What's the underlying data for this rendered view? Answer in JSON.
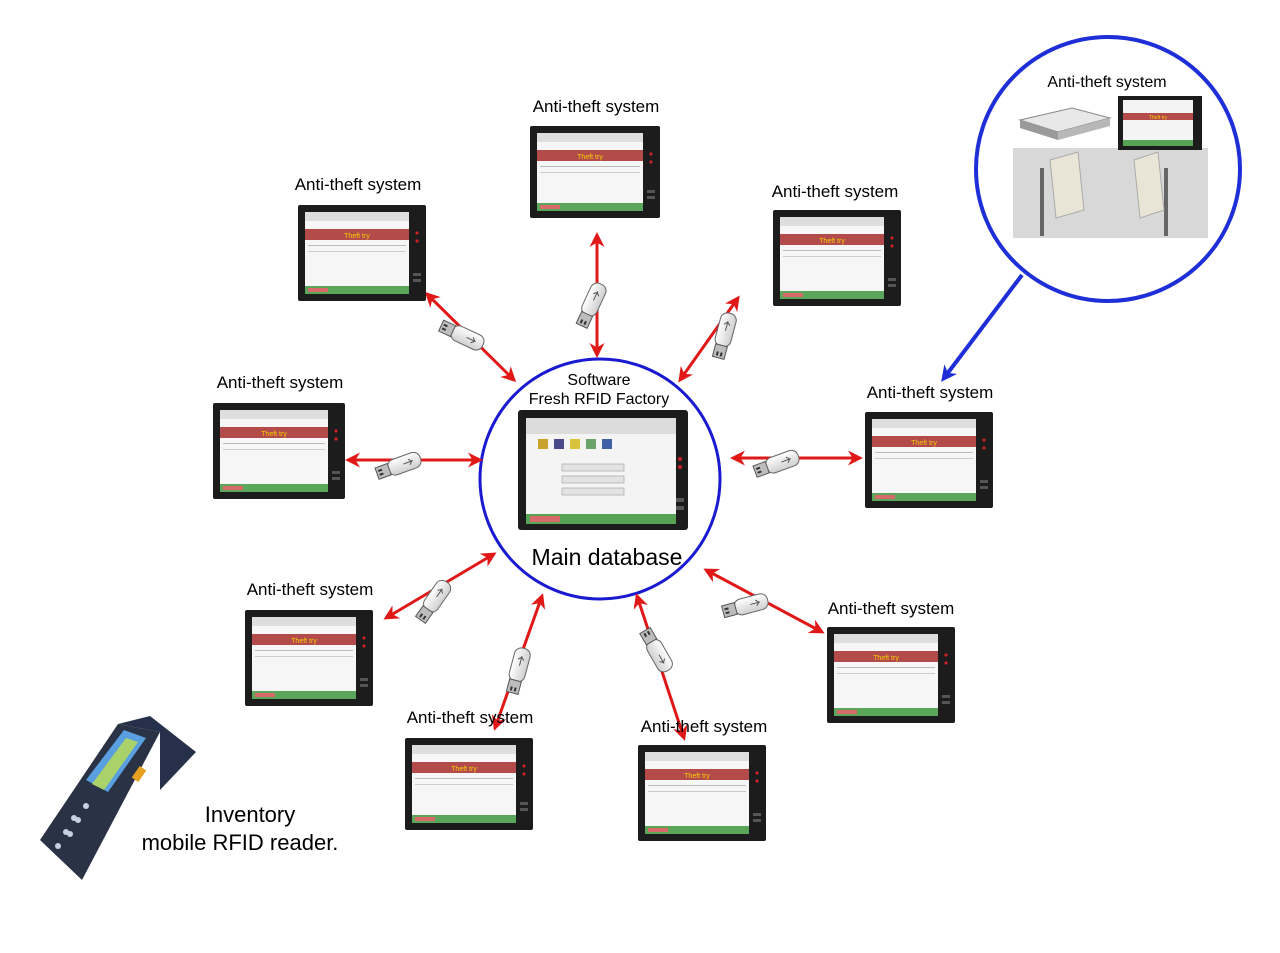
{
  "center": {
    "line1": "Software",
    "line2": "Fresh RFID Factory",
    "main_label": "Main database",
    "buttons": [
      "",
      "",
      ""
    ]
  },
  "node_label": "Anti-theft system",
  "node_screen_banner": "Theft try",
  "nodes": [
    {
      "label": "Anti-theft system",
      "banner": "Theft try"
    },
    {
      "label": "Anti-theft system",
      "banner": "Theft try"
    },
    {
      "label": "Anti-theft system",
      "banner": "Theft try"
    },
    {
      "label": "Anti-theft system",
      "banner": "Theft try"
    },
    {
      "label": "Anti-theft system",
      "banner": "Theft try"
    },
    {
      "label": "Anti-theft system",
      "banner": "Theft try"
    },
    {
      "label": "Anti-theft system",
      "banner": "Theft try"
    },
    {
      "label": "Anti-theft system",
      "banner": "Theft try"
    },
    {
      "label": "Anti-theft system",
      "banner": "Theft try"
    }
  ],
  "inset": {
    "label": "Anti-theft system",
    "banner": "Theft try"
  },
  "reader": {
    "line1": "Inventory",
    "line2": "mobile RFID reader."
  },
  "colors": {
    "circle": "#1a1ad0",
    "arrow": "#e01818",
    "banner": "#b34b4b",
    "bezel": "#1c1c1c",
    "inset_arrow": "#1f2fd8"
  },
  "icons": [
    "usb-stick-icon",
    "panel-pc-icon",
    "rfid-reader-icon",
    "antenna-gate-icon"
  ]
}
